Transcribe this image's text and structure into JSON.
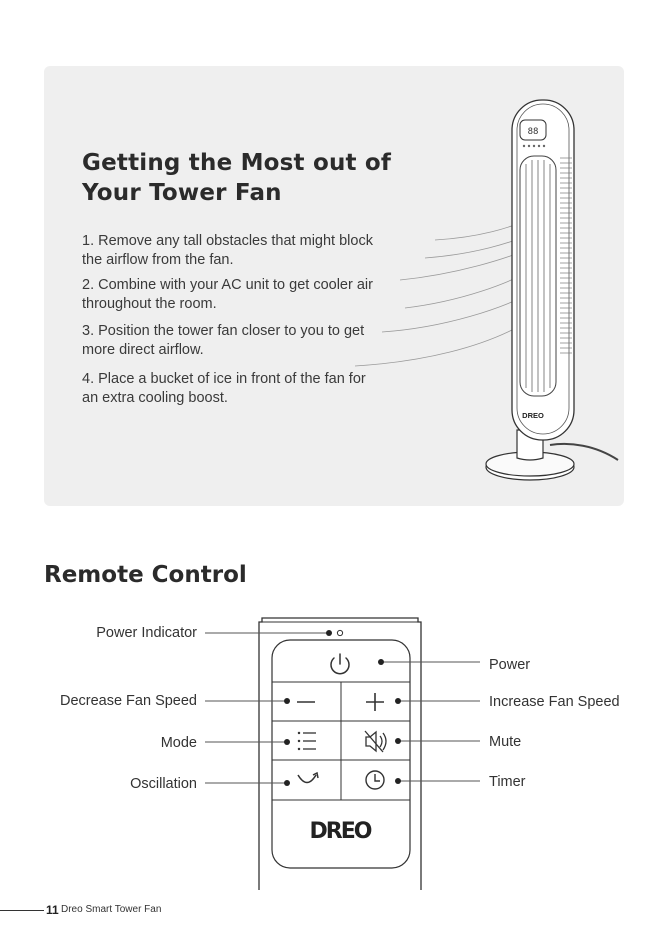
{
  "tips": {
    "title": "Getting the Most out of Your Tower Fan",
    "items": [
      "1. Remove any tall obstacles that might block the airflow from the fan.",
      "2. Combine with your AC unit to get cooler air throughout the room.",
      "3. Position the tower fan closer to you to get more direct airflow.",
      "4. Place a bucket of ice in front of the fan for an extra cooling boost."
    ]
  },
  "fan": {
    "brand": "DREO",
    "display": "88"
  },
  "remote": {
    "title": "Remote Control",
    "brand": "DREO",
    "labels": {
      "power_indicator": "Power Indicator",
      "decrease_speed": "Decrease Fan Speed",
      "mode": "Mode",
      "oscillation": "Oscillation",
      "power": "Power",
      "increase_speed": "Increase Fan Speed",
      "mute": "Mute",
      "timer": "Timer"
    }
  },
  "footer": {
    "page_number": "11",
    "text": "Dreo Smart Tower Fan"
  },
  "icons": [
    "power-icon",
    "minus-icon",
    "plus-icon",
    "mode-list-icon",
    "mute-icon",
    "oscillation-icon",
    "timer-icon"
  ]
}
